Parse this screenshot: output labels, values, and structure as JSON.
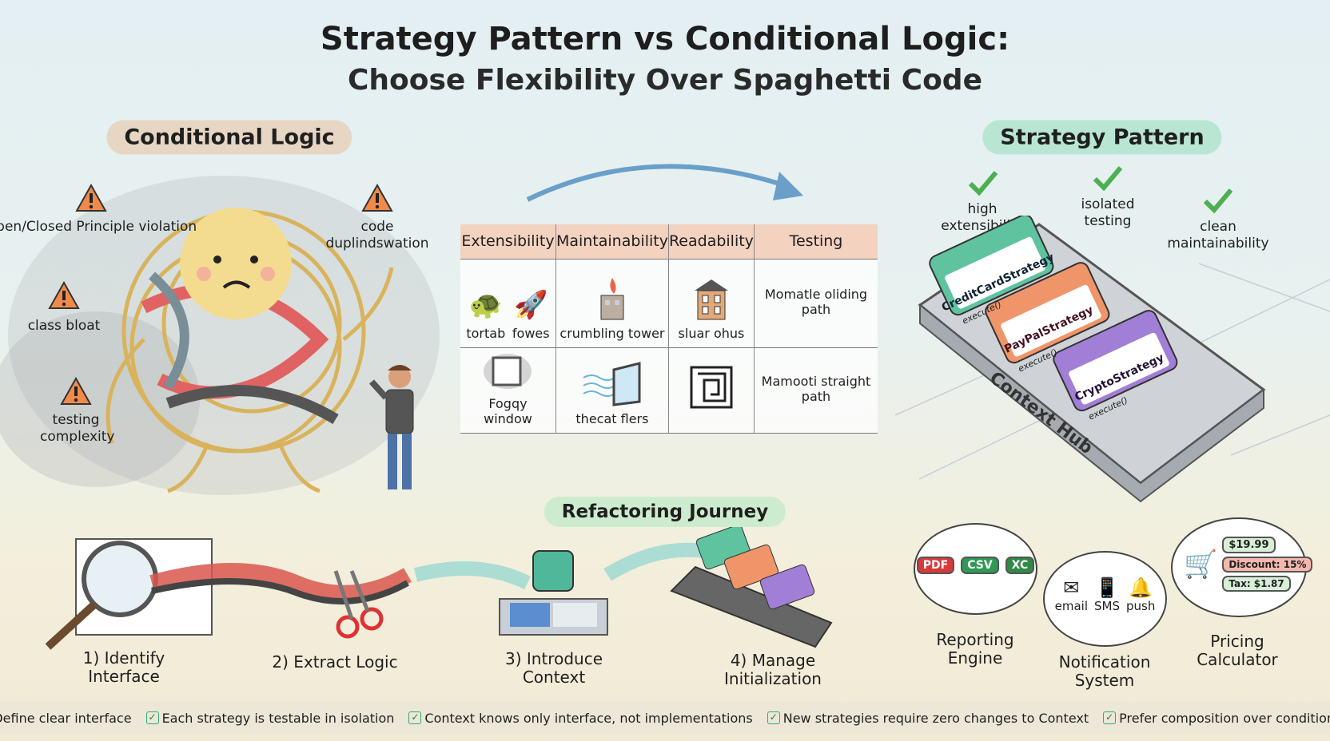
{
  "title": {
    "line1": "Strategy Pattern vs Conditional Logic:",
    "line2": "Choose Flexibility Over Spaghetti Code"
  },
  "left": {
    "heading": "Conditional Logic",
    "warnings": [
      "Open/Closed Principle violation",
      "code duplindswation",
      "class bloat",
      "testing complexity"
    ]
  },
  "right": {
    "heading": "Strategy Pattern",
    "benefits": [
      "high extensibility",
      "isolated testing",
      "clean maintainability"
    ],
    "hub_label": "Context Hub",
    "cards": [
      {
        "name": "CreditCardStrategy",
        "method": "execute()",
        "color": "#5fc3a0"
      },
      {
        "name": "PayPalStrategy",
        "method": "execute()",
        "color": "#f0956a"
      },
      {
        "name": "CryptoStrategy",
        "method": "execute()",
        "color": "#a27fd6"
      }
    ]
  },
  "table": {
    "headers": [
      "Extensibility",
      "Maintainability",
      "Readability",
      "Testing"
    ],
    "rows": [
      [
        "tortab",
        "fowes",
        "crumbling tower",
        "sluar ohus",
        "Momatle oliding path"
      ],
      [
        "Fogqy window",
        "thecat flers",
        "",
        "Mamooti straight path"
      ]
    ]
  },
  "journey": {
    "heading": "Refactoring Journey",
    "steps": [
      "1) Identify Interface",
      "2) Extract Logic",
      "3) Introduce Context",
      "4) Manage Initialization"
    ]
  },
  "examples": [
    {
      "label": "Reporting Engine",
      "items": [
        "PDF",
        "CSV",
        "XC"
      ]
    },
    {
      "label": "Notification System",
      "items": [
        "email",
        "SMS",
        "push"
      ]
    },
    {
      "label": "Pricing Calculator",
      "items": [
        "$19.99",
        "Discount: 15%",
        "Tax: $1.87"
      ]
    }
  ],
  "footer": [
    "Define clear interface",
    "Each strategy is testable in isolation",
    "Context knows only interface, not implementations",
    "New strategies require zero changes to Context",
    "Prefer composition over conditionals"
  ],
  "colors": {
    "warning": "#f08a4b",
    "check": "#4caf50",
    "left_pill": "#e8d6c4",
    "right_pill": "#b9e6d3",
    "journey_pill": "#cdeccf"
  }
}
